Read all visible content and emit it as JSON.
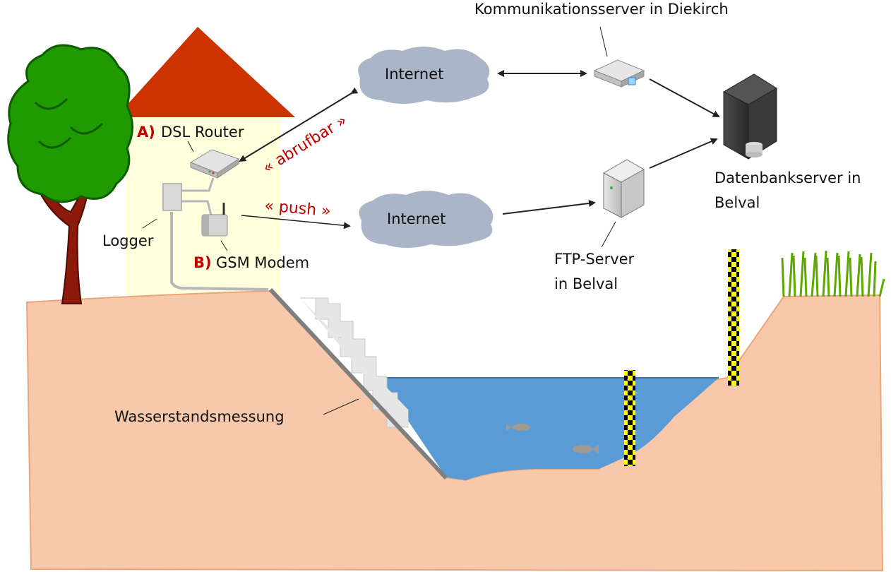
{
  "diagram": {
    "title": "Wasserstandsmessung – Datenübertragung",
    "labels": {
      "kommunikationsserver": "Kommunikationsserver  in Diekirch",
      "internet_top": "Internet",
      "internet_bottom": "Internet",
      "dsl_prefix": "A)",
      "dsl_router": "DSL Router",
      "gsm_prefix": "B)",
      "gsm_modem": "GSM Modem",
      "logger": "Logger",
      "abrufbar": "« abrufbar »",
      "push": "« push »",
      "datenbank_line1": "Datenbankserver  in",
      "datenbank_line2": "Belval",
      "ftp_line1": "FTP-Server",
      "ftp_line2": "in Belval",
      "wasserstand": "Wasserstandsmessung"
    },
    "icons": [
      "tree-icon",
      "house-icon",
      "dsl-router-icon",
      "gsm-modem-icon",
      "logger-box-icon",
      "cloud-icon",
      "communication-server-icon",
      "ftp-server-icon",
      "database-server-icon",
      "water-gauge-icon",
      "grass-icon",
      "fish-icon",
      "stairs-icon"
    ],
    "colors": {
      "roof": "#cc3300",
      "house_wall": "#ffffdd",
      "ground": "#f7c9aa",
      "ground_edge": "#eaa57a",
      "water": "#5b9bd5",
      "cloud": "#aab6c8",
      "accent_red": "#c00000",
      "tree_green": "#1f9a00",
      "trunk": "#8b1a0a",
      "gauge_yellow": "#ffff00"
    }
  }
}
